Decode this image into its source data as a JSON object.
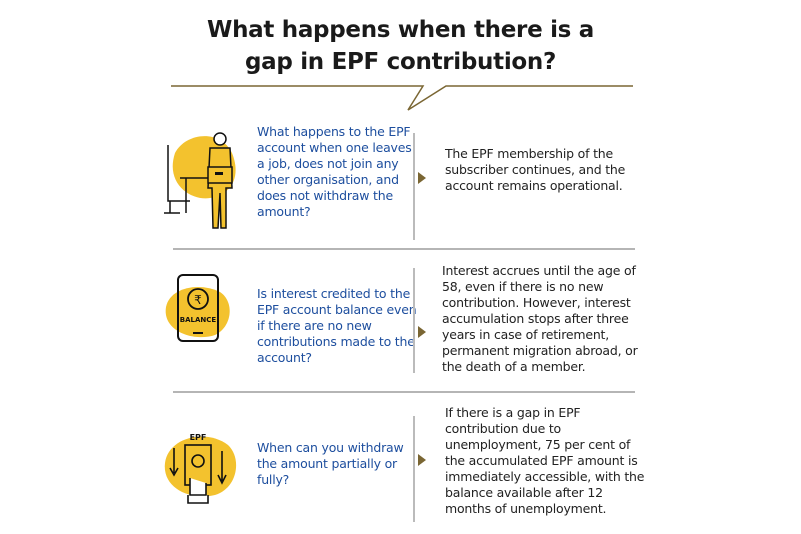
{
  "title": {
    "line1": "What happens when there is a",
    "line2": "gap in EPF contribution?"
  },
  "rows": [
    {
      "icon": "person-leaving-job-icon",
      "question": "What happens to the EPF account when one leaves a job, does not join any other organisation, and does not withdraw the amount?",
      "answer": "The EPF membership of the subscriber continues, and the account remains operational."
    },
    {
      "icon": "phone-balance-icon",
      "icon_label": "BALANCE",
      "question": "Is interest credited to the EPF account balance even if there are no new contributions made to the account?",
      "answer": "Interest accrues until the age of 58, even if there is no new contribution. However, interest accumulation stops after three years in case of retirement, permanent migration abroad, or the death of a member."
    },
    {
      "icon": "epf-withdrawal-icon",
      "icon_label": "EPF",
      "question": "When can you withdraw the amount partially or fully?",
      "answer": "If there is a gap in EPF contribution due to unemployment, 75 per cent of the accumulated EPF amount is immediately accessible, with the balance available after 12 months of unemployment."
    }
  ],
  "colors": {
    "accent": "#f3c22e",
    "gold_line": "#7a6633",
    "question_text": "#1d4e9e"
  }
}
